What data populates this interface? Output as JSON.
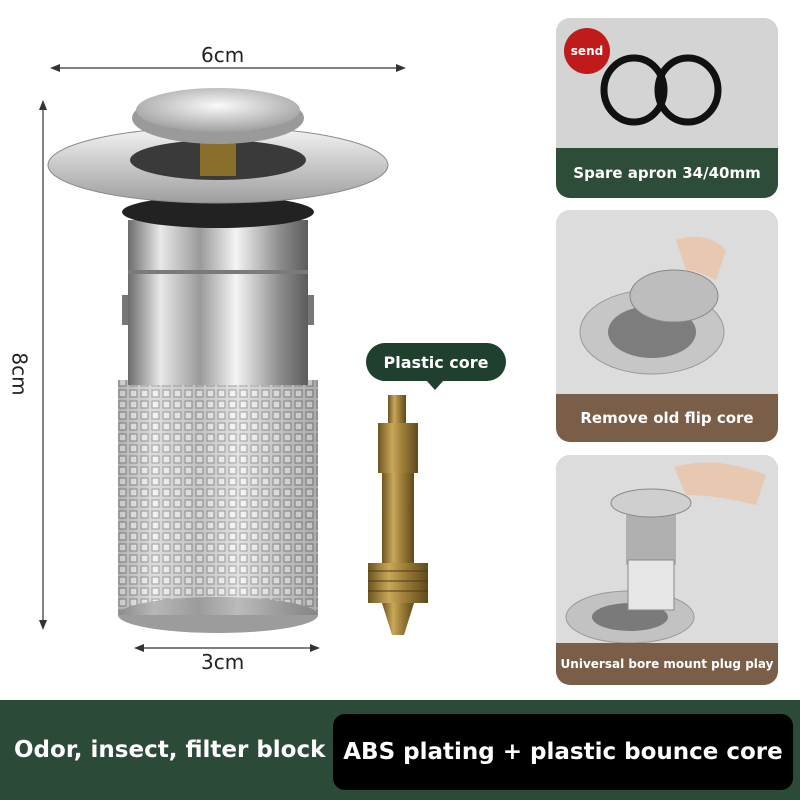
{
  "dimensions": {
    "top_width": "6cm",
    "height": "8cm",
    "bottom_width": "3cm"
  },
  "core_label": "Plastic core",
  "panels": [
    {
      "badge": "send",
      "caption": "Spare apron 34/40mm"
    },
    {
      "caption": "Remove old flip core"
    },
    {
      "caption": "Universal bore mount plug play"
    }
  ],
  "footer": {
    "left_text": "Odor, insect, filter block",
    "right_text": "ABS plating + plastic bounce core"
  },
  "colors": {
    "dark_green": "#2b4a38",
    "brown": "#7b5e47",
    "badge_red": "#c01a1a"
  }
}
